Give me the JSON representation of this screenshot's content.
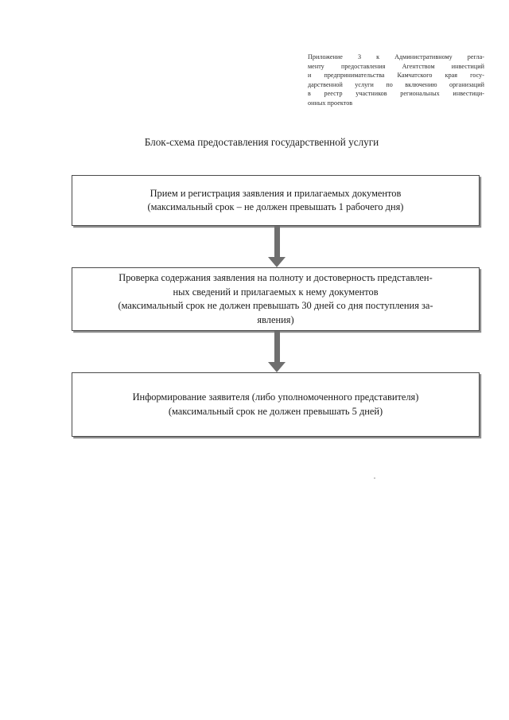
{
  "document": {
    "page_background": "#ffffff",
    "ink_color": "#1b1b1b",
    "border_color": "#4a4a4a",
    "shadow_color": "#8d8d8d",
    "arrow_color": "#6f6f6f"
  },
  "header_note": {
    "name": "appendix-reference-note",
    "lines": [
      "Приложение 3 к Административному регла-",
      "менту предоставления Агентством инвестиций",
      "и предпринимательства Камчатского края госу-",
      "дарственной услуги по включению организаций",
      "в реестр участников региональных инвестици-",
      "онных проектов"
    ],
    "full_text": "Приложение 3 к Административному регламенту предоставления Агентством инвестиций и предпринимательства Камчатского края государственной услуги по включению организаций в реестр участников региональных инвестиционных проектов"
  },
  "title": {
    "text": "Блок-схема предоставления государственной услуги"
  },
  "chart_data": {
    "type": "diagram",
    "diagram_kind": "flowchart",
    "orientation": "top-to-bottom",
    "title": "Блок-схема предоставления государственной услуги",
    "nodes": [
      {
        "id": "node-1",
        "shape": "rectangle",
        "step": 1,
        "lines": [
          "Прием и регистрация заявления и прилагаемых документов",
          "(максимальный срок – не должен превышать 1 рабочего дня)"
        ],
        "text": "Прием и регистрация заявления и прилагаемых документов (максимальный срок – не должен превышать 1 рабочего дня)",
        "deadline_value": "1",
        "deadline_unit": "рабочий день"
      },
      {
        "id": "node-2",
        "shape": "rectangle",
        "step": 2,
        "lines": [
          "Проверка содержания заявления на полноту и достоверность представлен-",
          "ных сведений и прилагаемых к нему документов",
          "(максимальный срок не должен превышать 30 дней со дня поступления за-",
          "явления)"
        ],
        "text": "Проверка содержания заявления на полноту и достоверность представленных сведений и прилагаемых к нему документов (максимальный срок не должен превышать 30 дней со дня поступления заявления)",
        "deadline_value": "30",
        "deadline_unit": "дней"
      },
      {
        "id": "node-3",
        "shape": "rectangle",
        "step": 3,
        "lines": [
          "Информирование заявителя (либо уполномоченного представителя)",
          "(максимальный срок не должен превышать 5 дней)"
        ],
        "text": "Информирование заявителя (либо уполномоченного представителя) (максимальный срок не должен превышать 5 дней)",
        "deadline_value": "5",
        "deadline_unit": "дней"
      }
    ],
    "edges": [
      {
        "id": "arrow-1",
        "from": "node-1",
        "to": "node-2",
        "style": "block-arrow",
        "direction": "down",
        "label": ""
      },
      {
        "id": "arrow-2",
        "from": "node-2",
        "to": "node-3",
        "style": "block-arrow",
        "direction": "down",
        "label": ""
      }
    ]
  }
}
